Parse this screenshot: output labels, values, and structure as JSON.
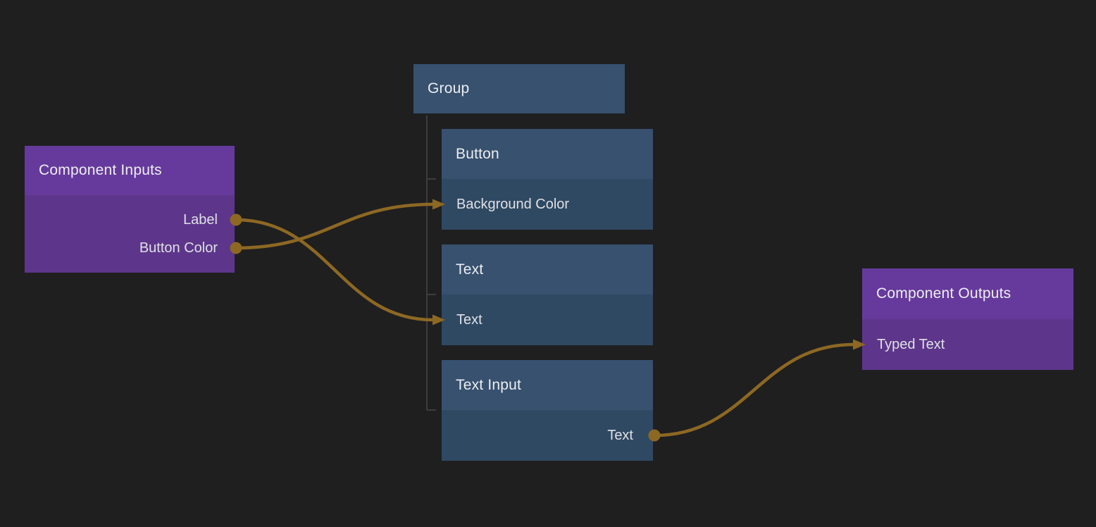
{
  "colors": {
    "background": "#1f1f20",
    "purple_header": "#663a9c",
    "purple_body": "#5d368b",
    "blue_header": "#37516f",
    "blue_body": "#2f4963",
    "wire": "#8d6823",
    "tree_line": "#3d3d3d"
  },
  "nodes": {
    "component_inputs": {
      "title": "Component Inputs",
      "ports": [
        {
          "label": "Label",
          "direction": "output"
        },
        {
          "label": "Button Color",
          "direction": "output"
        }
      ]
    },
    "group": {
      "title": "Group"
    },
    "button": {
      "title": "Button",
      "ports": [
        {
          "label": "Background Color",
          "direction": "input"
        }
      ]
    },
    "text": {
      "title": "Text",
      "ports": [
        {
          "label": "Text",
          "direction": "input"
        }
      ]
    },
    "text_input": {
      "title": "Text Input",
      "ports": [
        {
          "label": "Text",
          "direction": "output"
        }
      ]
    },
    "component_outputs": {
      "title": "Component Outputs",
      "ports": [
        {
          "label": "Typed Text",
          "direction": "input"
        }
      ]
    }
  },
  "connections": [
    {
      "from": "ci-label",
      "to": "text-text"
    },
    {
      "from": "ci-button-color",
      "to": "btn-bg-color"
    },
    {
      "from": "ti-text",
      "to": "co-typed-text"
    }
  ]
}
